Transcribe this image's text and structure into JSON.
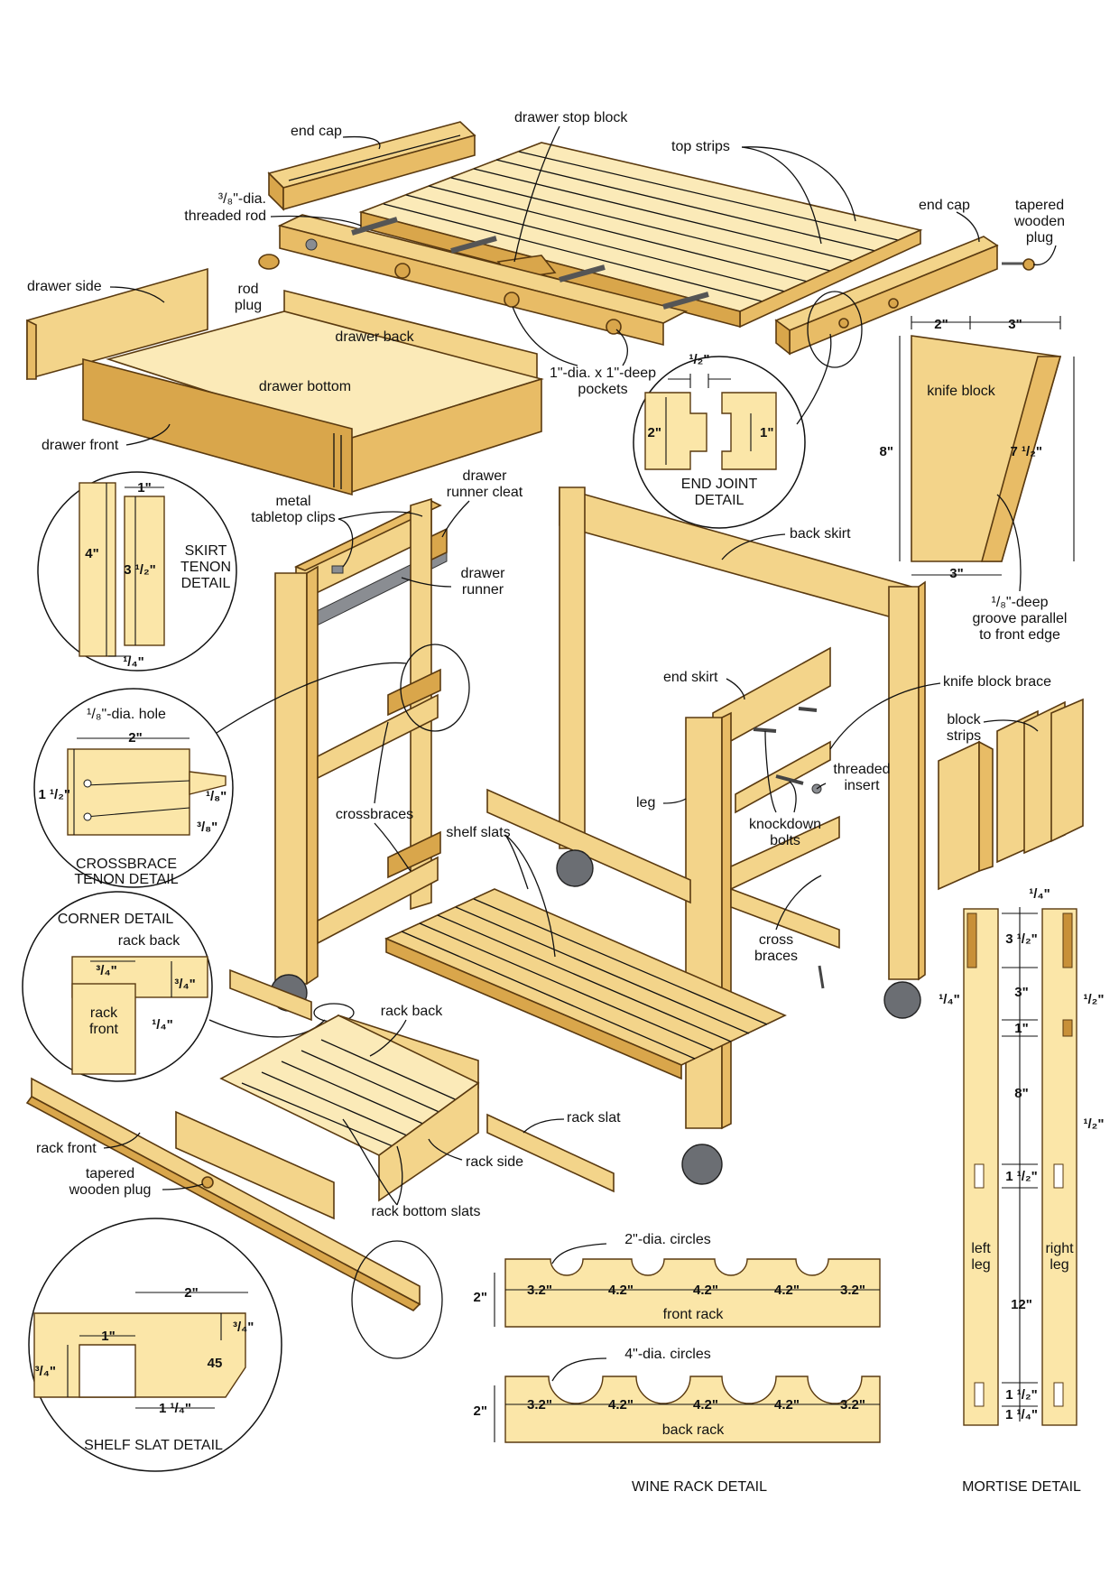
{
  "labels": {
    "end_cap_left": "end cap",
    "drawer_stop_block": "drawer stop block",
    "top_strips": "top strips",
    "threaded_rod_a": "³/₈\"-dia.",
    "threaded_rod_b": "threaded rod",
    "end_cap_right": "end cap",
    "tapered_plug_top_a": "tapered",
    "tapered_plug_top_b": "wooden",
    "tapered_plug_top_c": "plug",
    "drawer_side": "drawer side",
    "rod_plug_a": "rod",
    "rod_plug_b": "plug",
    "drawer_back": "drawer back",
    "drawer_bottom": "drawer bottom",
    "pockets_a": "1\"-dia. x 1\"-deep",
    "pockets_b": "pockets",
    "drawer_front": "drawer front",
    "drawer_runner_cleat_a": "drawer",
    "drawer_runner_cleat_b": "runner cleat",
    "metal_clips_a": "metal",
    "metal_clips_b": "tabletop clips",
    "drawer_runner_a": "drawer",
    "drawer_runner_b": "runner",
    "back_skirt": "back skirt",
    "end_skirt": "end skirt",
    "knife_block_brace": "knife block brace",
    "block_strips_a": "block",
    "block_strips_b": "strips",
    "threaded_insert_a": "threaded",
    "threaded_insert_b": "insert",
    "leg": "leg",
    "knockdown_bolts_a": "knockdown",
    "knockdown_bolts_b": "bolts",
    "crossbraces": "crossbraces",
    "shelf_slats": "shelf slats",
    "cross_braces_a": "cross",
    "cross_braces_b": "braces",
    "rack_back": "rack back",
    "rack_slat": "rack slat",
    "rack_front": "rack front",
    "rack_side": "rack side",
    "tapered_plug_low_a": "tapered",
    "tapered_plug_low_b": "wooden plug",
    "rack_bottom_slats": "rack bottom slats"
  },
  "end_joint_detail": {
    "caption_a": "END JOINT",
    "caption_b": "DETAIL",
    "dim_half": "¹/₂\"",
    "dim_two": "2\"",
    "dim_one": "1\""
  },
  "knife_block": {
    "title": "knife block",
    "dim_top_left": "2\"",
    "dim_top_right": "3\"",
    "dim_left": "8\"",
    "dim_right": "7 ¹/₂\"",
    "dim_bottom": "3\"",
    "groove_a": "¹/₈\"-deep",
    "groove_b": "groove parallel",
    "groove_c": "to front edge"
  },
  "skirt_tenon_detail": {
    "caption_a": "SKIRT",
    "caption_b": "TENON",
    "caption_c": "DETAIL",
    "dim_four": "4\"",
    "dim_one": "1\"",
    "dim_three_half": "3 ¹/₂\"",
    "dim_quarter": "¹/₄\""
  },
  "crossbrace_tenon_detail": {
    "hole": "¹/₈\"-dia. hole",
    "dim_two": "2\"",
    "dim_one_half": "1 ¹/₂\"",
    "dim_eighth": "¹/₈\"",
    "dim_three_eighth": "³/₈\"",
    "caption_a": "CROSSBRACE",
    "caption_b": "TENON DETAIL"
  },
  "corner_detail": {
    "caption": "CORNER DETAIL",
    "rack_back": "rack back",
    "rack_front_a": "rack",
    "rack_front_b": "front",
    "dim_three_quarter_a": "³/₄\"",
    "dim_three_quarter_b": "³/₄\"",
    "dim_quarter": "¹/₄\""
  },
  "shelf_slat_detail": {
    "caption": "SHELF SLAT DETAIL",
    "dim_two": "2\"",
    "dim_one": "1\"",
    "dim_three_quarter_a": "³/₄\"",
    "dim_three_quarter_b": "³/₄\"",
    "dim_angle": "45",
    "dim_one_quarter": "1 ¹/₄\""
  },
  "wine_rack_detail": {
    "caption": "WINE RACK DETAIL",
    "front_circles": "2\"-dia. circles",
    "back_circles": "4\"-dia. circles",
    "front_rack": "front rack",
    "back_rack": "back rack",
    "height_front": "2\"",
    "height_back": "2\"",
    "spacing": [
      "3.2\"",
      "4.2\"",
      "4.2\"",
      "4.2\"",
      "3.2\""
    ]
  },
  "mortise_detail": {
    "caption": "MORTISE DETAIL",
    "left_leg_a": "left",
    "left_leg_b": "leg",
    "right_leg_a": "right",
    "right_leg_b": "leg",
    "dim_top_quarter": "¹/₄\"",
    "dim_three_half": "3 ¹/₂\"",
    "dim_side_quarter": "¹/₄\"",
    "dim_side_half": "¹/₂\"",
    "dim_three": "3\"",
    "dim_one": "1\"",
    "dim_eight": "8\"",
    "dim_half_b": "¹/₂\"",
    "dim_one_half_a": "1 ¹/₂\"",
    "dim_twelve": "12\"",
    "dim_one_half_b": "1 ¹/₂\"",
    "dim_one_quarter": "1 ¹/₄\""
  },
  "colors": {
    "wood_light": "#fbeab8",
    "wood": "#f3d48a",
    "wood_dark": "#d9a64b",
    "outline": "#5a3a10"
  }
}
